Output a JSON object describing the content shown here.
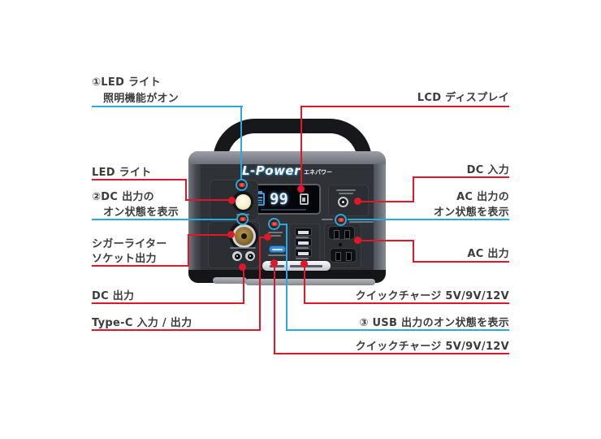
{
  "colors": {
    "callout_red": "#e0172b",
    "callout_blue": "#29a9e1",
    "label_text": "#3c3c3c"
  },
  "device": {
    "brand": "L-Power",
    "brand_suffix": "エネパワー",
    "lcd": {
      "battery_level_value": "99"
    }
  },
  "labels": {
    "left": [
      {
        "line1": "①LED ライト",
        "line2": "照明機能がオン"
      },
      {
        "line1": "LED ライト"
      },
      {
        "line1": "②DC 出力の",
        "line2": "オン状態を表示"
      },
      {
        "line1": "シガーライター",
        "line2": "ソケット出力"
      },
      {
        "line1": "DC 出力"
      },
      {
        "line1": "Type-C 入力 / 出力"
      }
    ],
    "right": [
      {
        "line1": "LCD ディスプレイ"
      },
      {
        "line1": "DC 入力"
      },
      {
        "line1": "AC 出力の",
        "line2": "オン状態を表示"
      },
      {
        "line1": "AC 出力"
      },
      {
        "line1": "クイックチャージ 5V/9V/12V"
      },
      {
        "line1": "③ USB 出力のオン状態を表示"
      },
      {
        "line1": "クイックチャージ 5V/9V/12V"
      }
    ]
  }
}
